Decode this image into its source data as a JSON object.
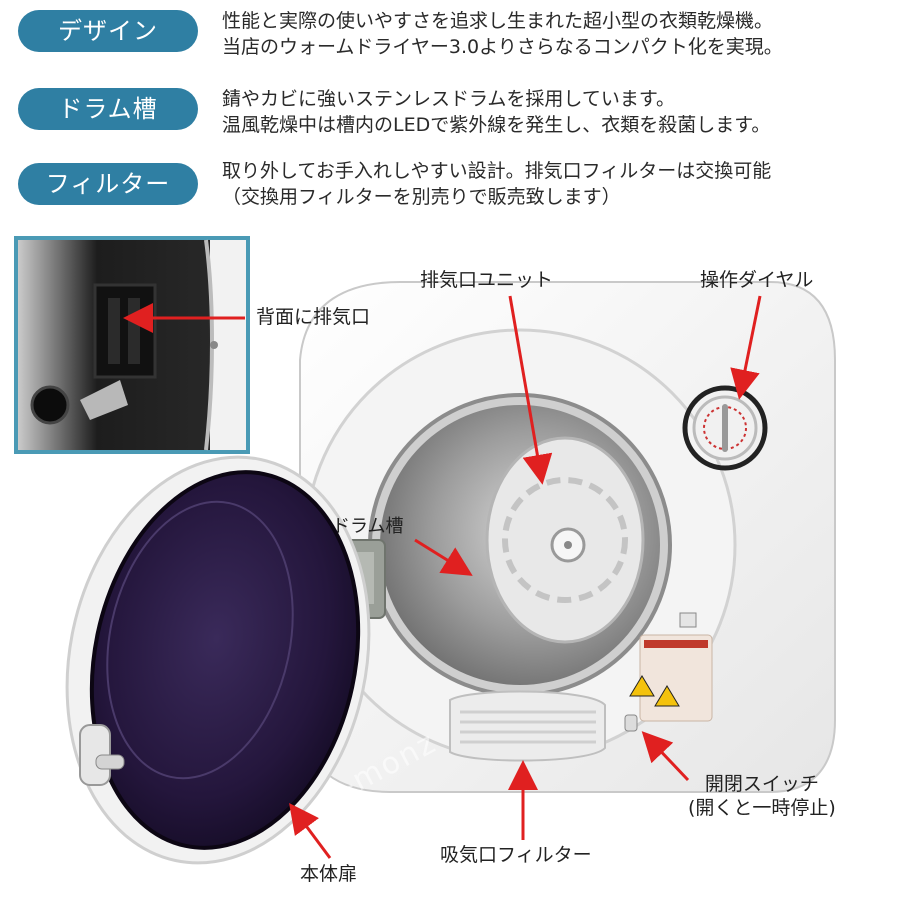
{
  "features": [
    {
      "label": "デザイン",
      "line1": "性能と実際の使いやすさを追求し生まれた超小型の衣類乾燥機。",
      "line2": "当店のウォームドライヤー3.0よりさらなるコンパクト化を実現。"
    },
    {
      "label": "ドラム槽",
      "line1": "錆やカビに強いステンレスドラムを採用しています。",
      "line2": "温風乾燥中は槽内のLEDで紫外線を発生し、衣類を殺菌します。"
    },
    {
      "label": "フィルター",
      "line1": "取り外してお手入れしやすい設計。排気口フィルターは交換可能",
      "line2": "（交換用フィルターを別売りで販売致します）"
    }
  ],
  "callouts": {
    "rear_exhaust": "背面に排気口",
    "exhaust_unit": "排気口ユニット",
    "dial": "操作ダイヤル",
    "drum": "ドラム槽",
    "switch_line1": "開閉スイッチ",
    "switch_line2": "(開くと一時停止)",
    "intake_filter": "吸気口フィルター",
    "door": "本体扉"
  },
  "watermark": "e-monz",
  "colors": {
    "badge": "#2f7fa3",
    "arrow": "#e02020",
    "door_tint": "#2a1b45",
    "inset_border": "#4a9ab5"
  }
}
